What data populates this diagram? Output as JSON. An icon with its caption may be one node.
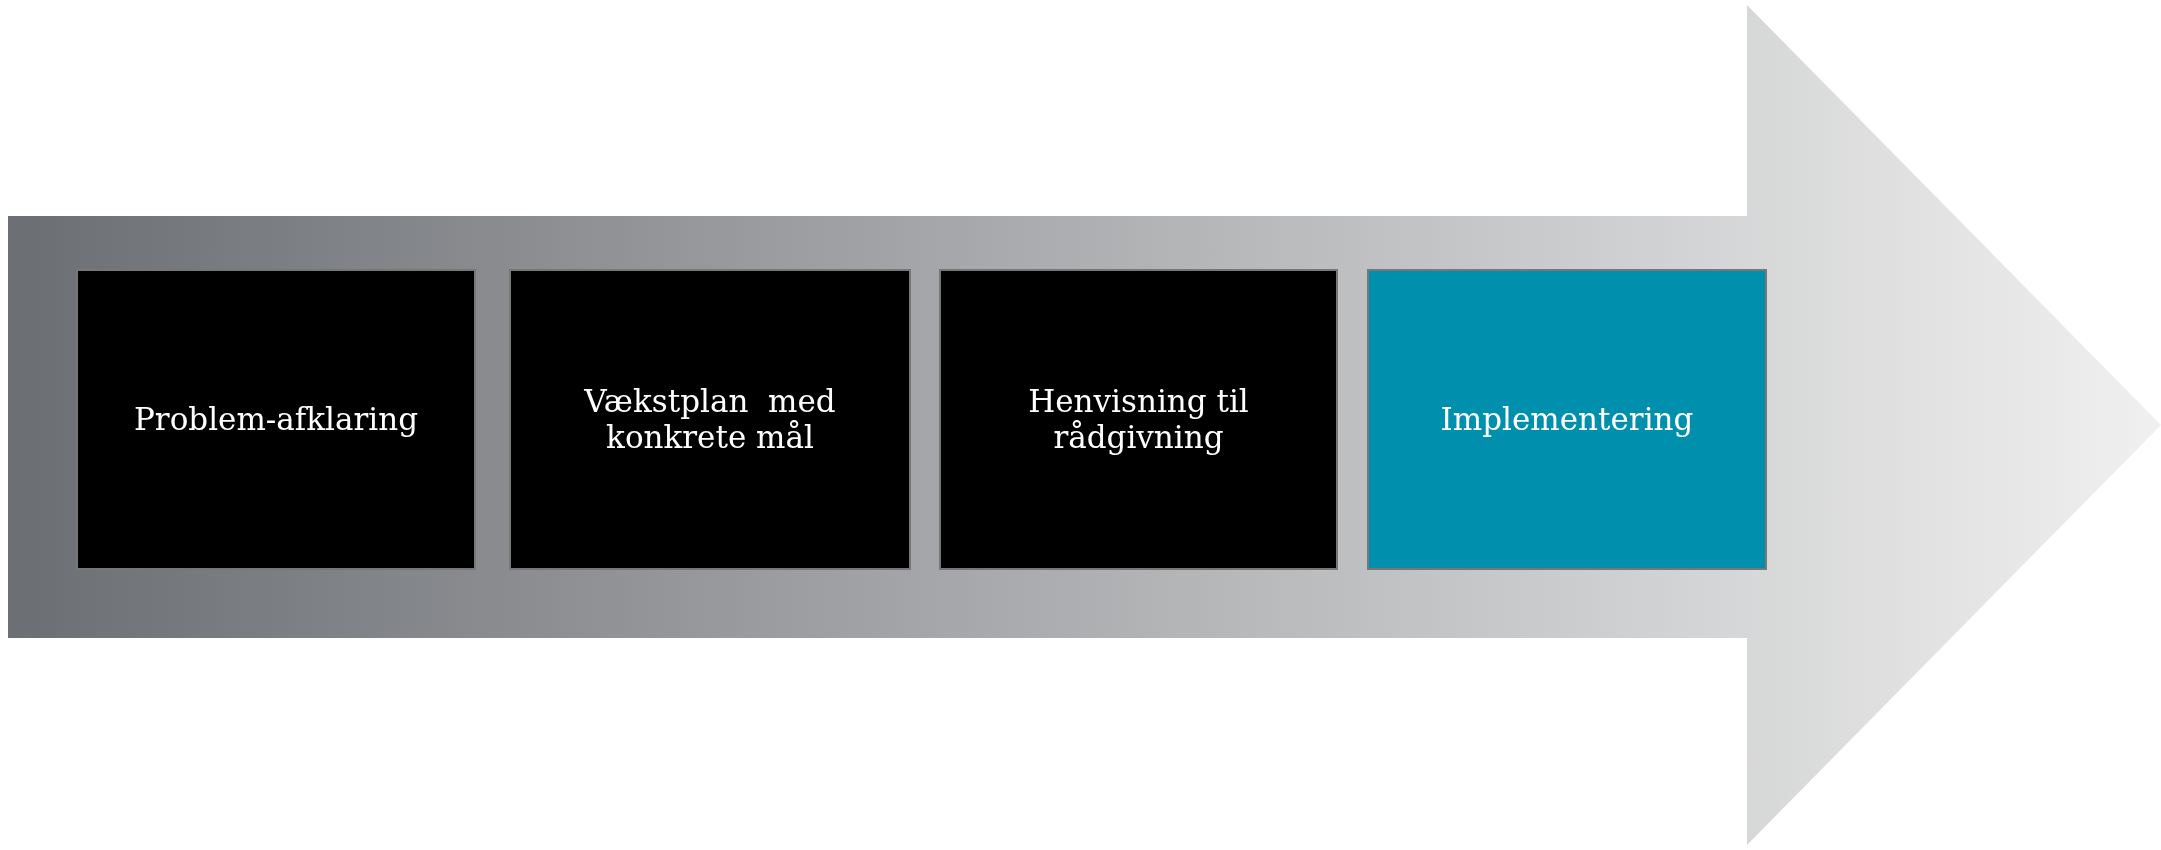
{
  "diagram": {
    "nodes": [
      {
        "text": [],
        "shape": "arrow"
      },
      {
        "text": [
          "Problem-afklaring"
        ],
        "in": 0
      },
      {
        "text": [
          "Vækstplan  med konkrete mål"
        ],
        "in": 0
      },
      {
        "text": [
          "Henvisning til rådgivning"
        ],
        "in": 0
      },
      {
        "text": [
          "Implementering"
        ],
        "in": 0
      }
    ]
  }
}
